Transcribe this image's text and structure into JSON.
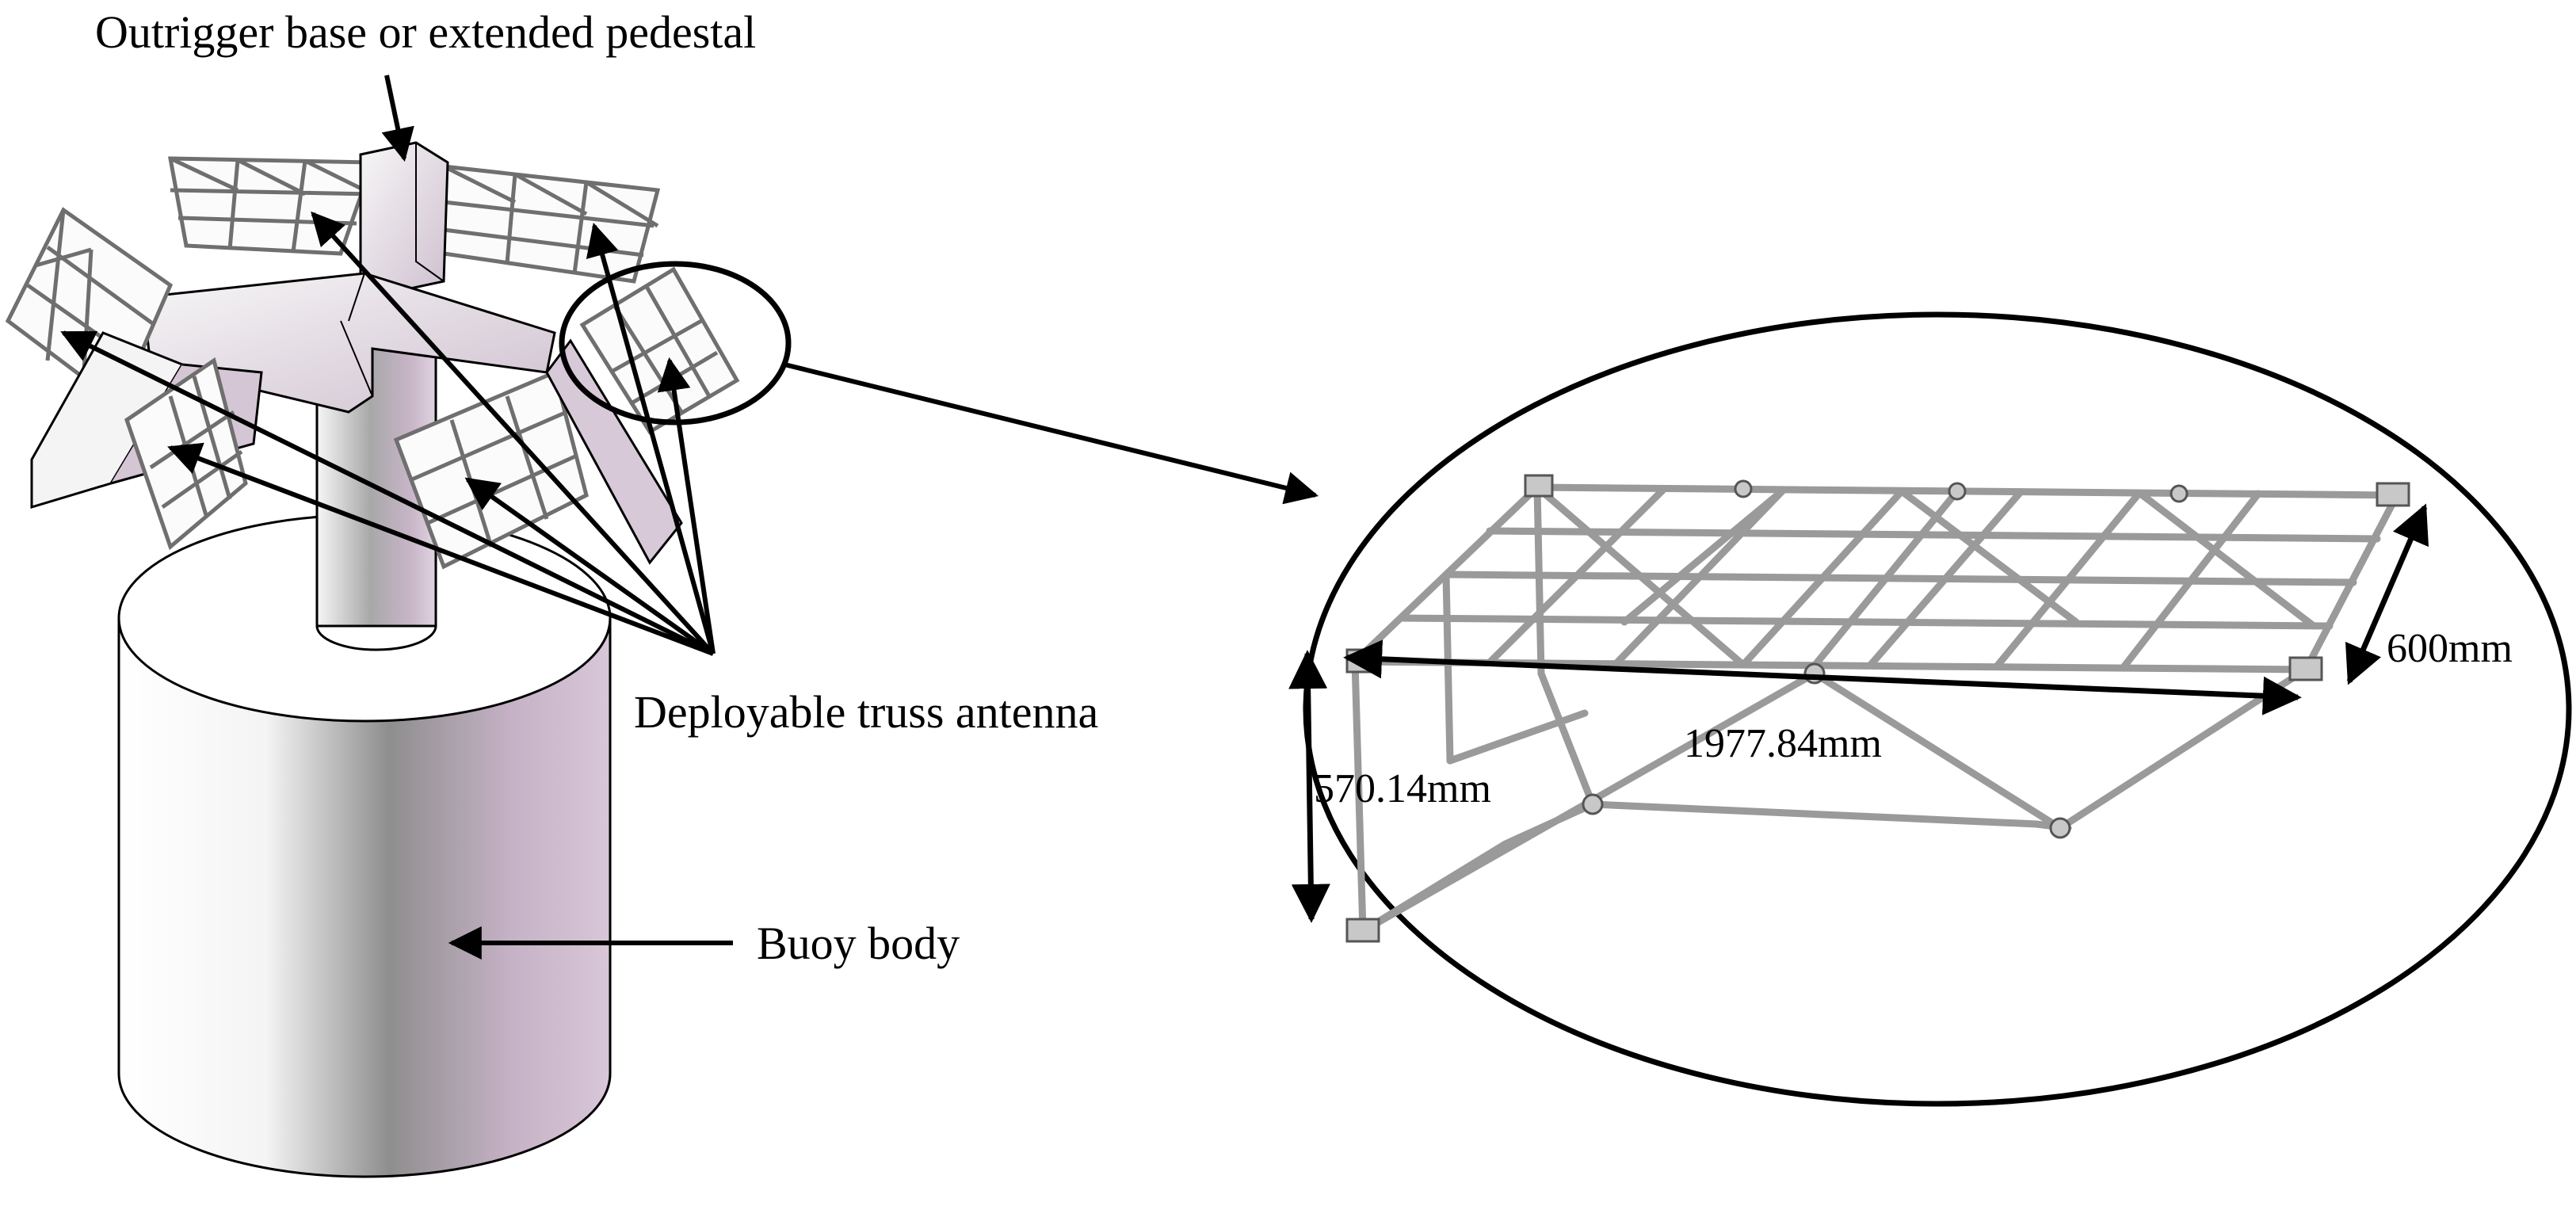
{
  "labels": {
    "outrigger": "Outrigger base or extended pedestal",
    "antenna": "Deployable truss antenna",
    "buoy": "Buoy body"
  },
  "dimensions": {
    "length": "1977.84mm",
    "width": "600mm",
    "height": "570.14mm"
  },
  "colors": {
    "ink": "#000000",
    "truss": "#8c8c8c",
    "buoy_highlight": "#ffffff",
    "buoy_shadow": "#888888",
    "buoy_tint": "#c8aec8",
    "panel": "#f2f2f2",
    "panel_shadow": "#d8cbd8"
  }
}
